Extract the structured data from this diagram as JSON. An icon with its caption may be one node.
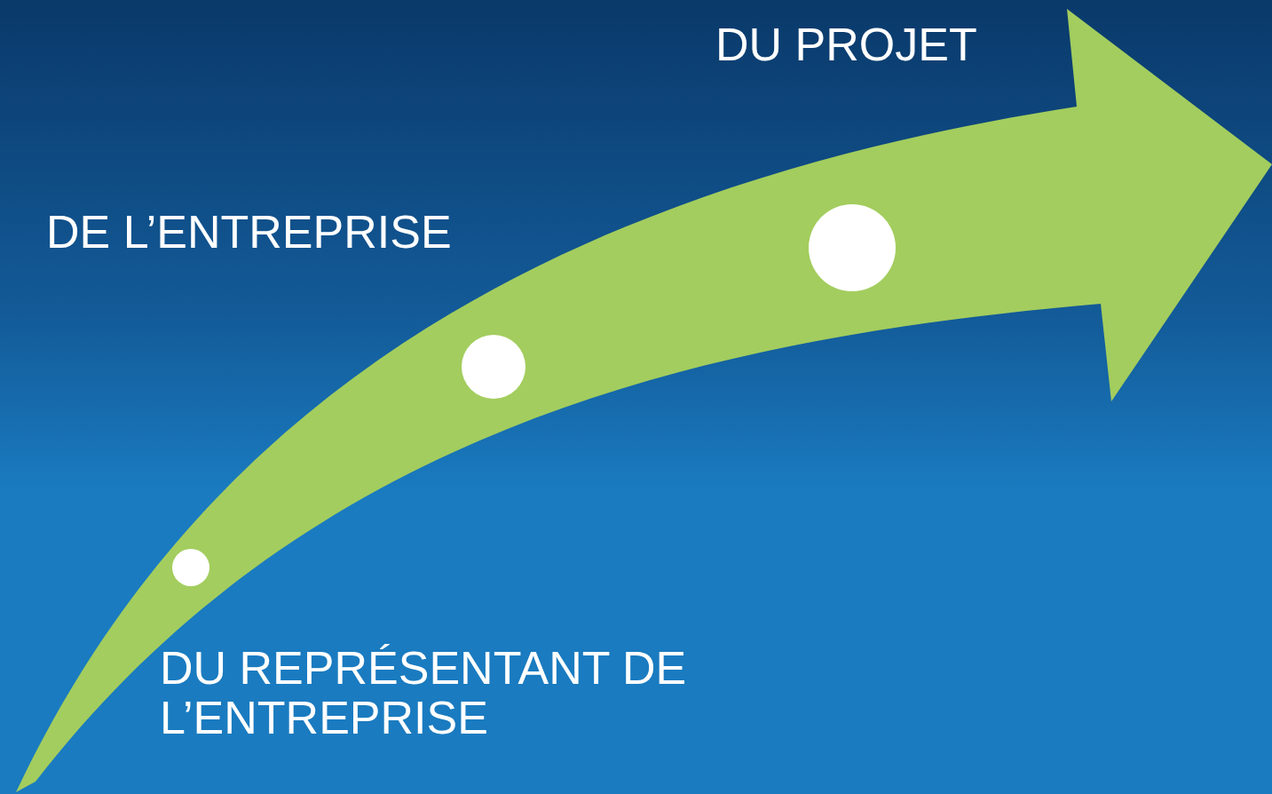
{
  "diagram": {
    "nodes": [
      {
        "text": [],
        "shape": "circle",
        "beside": [
          "DU REPRÉSENTANT DE L’ENTREPRISE"
        ]
      },
      {
        "text": [],
        "shape": "circle",
        "beside": [
          "DE L’ENTREPRISE"
        ]
      },
      {
        "text": [],
        "shape": "circle",
        "beside": [
          "DU PROJET"
        ]
      }
    ]
  }
}
